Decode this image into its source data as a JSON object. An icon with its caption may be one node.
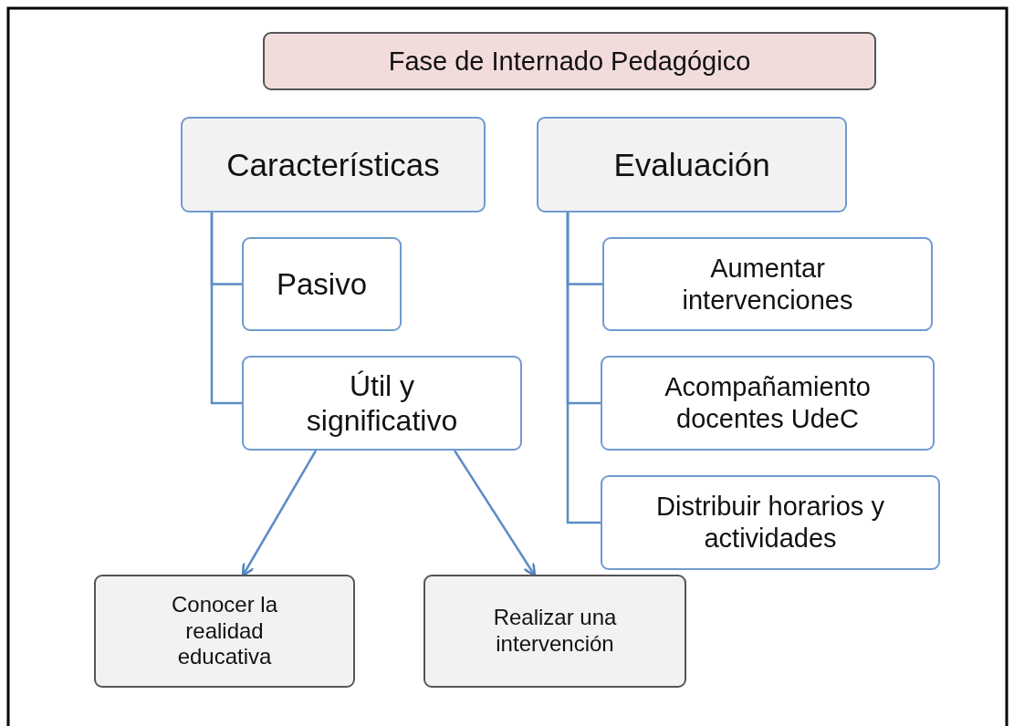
{
  "diagram": {
    "nodes": [
      {
        "text": [
          "Fase de Internado Pedagógico"
        ]
      },
      {
        "text": [
          "Características"
        ]
      },
      {
        "text": [
          "Evaluación"
        ]
      },
      {
        "text": [
          "Pasivo"
        ]
      },
      {
        "text": [
          "Útil y significativo"
        ]
      },
      {
        "text": [
          "Aumentar intervenciones"
        ]
      },
      {
        "text": [
          "Acompañamiento docentes UdeC"
        ]
      },
      {
        "text": [
          "Distribuir horarios y actividades"
        ]
      },
      {
        "text": [
          "Conocer la realidad educativa"
        ]
      },
      {
        "text": [
          "Realizar una intervención"
        ]
      }
    ],
    "edges": [
      {
        "from": 1,
        "to": 3,
        "arrow": "none"
      },
      {
        "from": 1,
        "to": 4,
        "arrow": "none"
      },
      {
        "from": 2,
        "to": 5,
        "arrow": "none"
      },
      {
        "from": 2,
        "to": 6,
        "arrow": "none"
      },
      {
        "from": 2,
        "to": 7,
        "arrow": "none"
      },
      {
        "from": 4,
        "to": 8,
        "arrow": "to"
      },
      {
        "from": 4,
        "to": 9,
        "arrow": "to"
      }
    ]
  }
}
